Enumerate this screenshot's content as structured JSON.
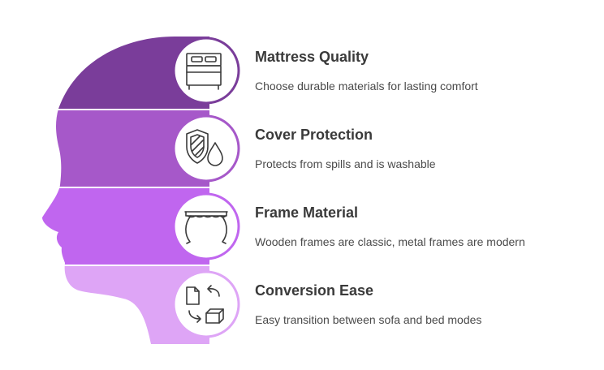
{
  "colors": {
    "band1": "#7a3d9a",
    "band2": "#a658c9",
    "band3": "#c066ef",
    "band4": "#dea5f6",
    "icon_stroke": "#3a3a3a",
    "title_text": "#3a3a3a",
    "desc_text": "#4a4a4a"
  },
  "items": [
    {
      "title": "Mattress Quality",
      "description": "Choose durable materials for lasting comfort",
      "icon": "bed-icon"
    },
    {
      "title": "Cover Protection",
      "description": "Protects from spills and is washable",
      "icon": "shield-droplet-icon"
    },
    {
      "title": "Frame Material",
      "description": "Wooden frames are classic, metal frames are modern",
      "icon": "table-frame-icon"
    },
    {
      "title": "Conversion Ease",
      "description": "Easy transition between sofa and bed modes",
      "icon": "transform-icon"
    }
  ]
}
